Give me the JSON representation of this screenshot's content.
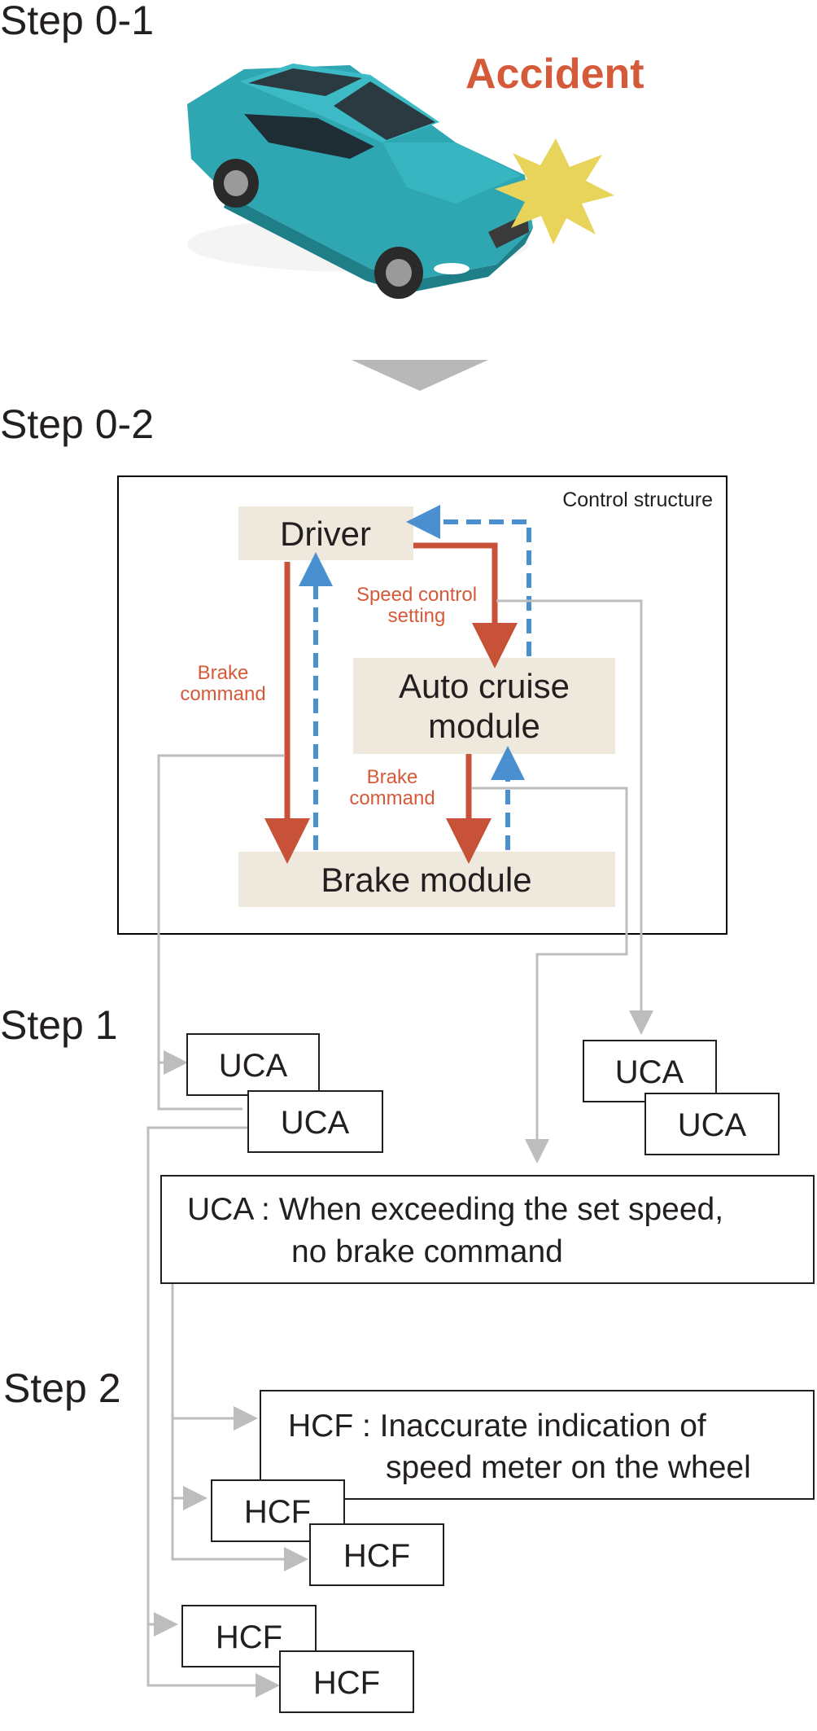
{
  "steps": {
    "step01": "Step 0-1",
    "step02": "Step 0-2",
    "step1": "Step 1",
    "step2": "Step 2"
  },
  "accident": {
    "label": "Accident"
  },
  "control_structure": {
    "title": "Control structure",
    "nodes": {
      "driver": [
        "Driver"
      ],
      "auto_cruise": [
        "Auto cruise",
        "module"
      ],
      "brake_module": [
        "Brake module"
      ]
    },
    "edge_labels": {
      "speed_control": [
        "Speed control",
        "setting"
      ],
      "brake_command_driver": [
        "Brake",
        "command"
      ],
      "brake_command_cruise": [
        "Brake",
        "command"
      ]
    }
  },
  "step1": {
    "uca_left": [
      "UCA",
      "UCA"
    ],
    "uca_right": [
      "UCA",
      "UCA"
    ],
    "detail_line1": "UCA : When exceeding the set speed,",
    "detail_line2": "no brake command"
  },
  "step2": {
    "hcf_detail_line1": "HCF : Inaccurate indication of",
    "hcf_detail_line2": "speed meter on the wheel",
    "hcf_group1": [
      "HCF",
      "HCF"
    ],
    "hcf_group2": [
      "HCF",
      "HCF"
    ]
  },
  "colors": {
    "control_red": "#c8513a",
    "feedback_blue": "#4a90d0",
    "node_fill": "#efe8dc",
    "connector_gray": "#bdbdbd",
    "accident_text": "#d45a3a",
    "car_body": "#2fa7b3",
    "burst": "#e8d45a"
  },
  "icons": [
    "car-icon",
    "burst-icon",
    "down-triangle-icon"
  ]
}
